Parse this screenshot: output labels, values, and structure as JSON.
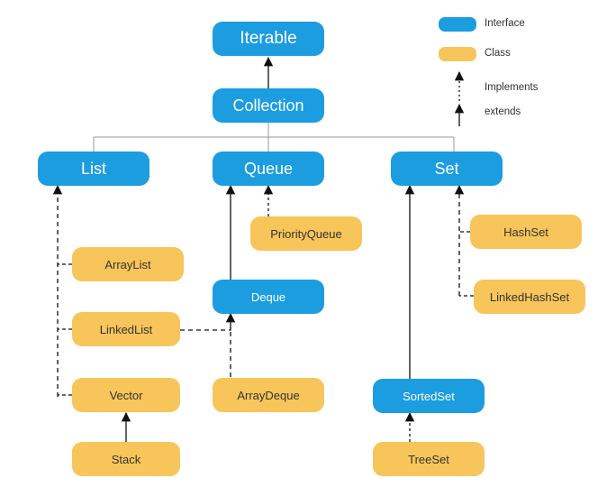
{
  "legend": {
    "interface_label": "Interface",
    "class_label": "Class",
    "implements_label": "Implements",
    "extends_label": "extends",
    "interface_color": "#1b9de0",
    "class_color": "#f8c55a"
  },
  "nodes": {
    "iterable": "Iterable",
    "collection": "Collection",
    "list": "List",
    "queue": "Queue",
    "set": "Set",
    "priority_queue": "PriorityQueue",
    "hash_set": "HashSet",
    "array_list": "ArrayList",
    "deque": "Deque",
    "linked_hash_set": "LinkedHashSet",
    "linked_list": "LinkedList",
    "vector": "Vector",
    "array_deque": "ArrayDeque",
    "sorted_set": "SortedSet",
    "stack": "Stack",
    "tree_set": "TreeSet"
  }
}
